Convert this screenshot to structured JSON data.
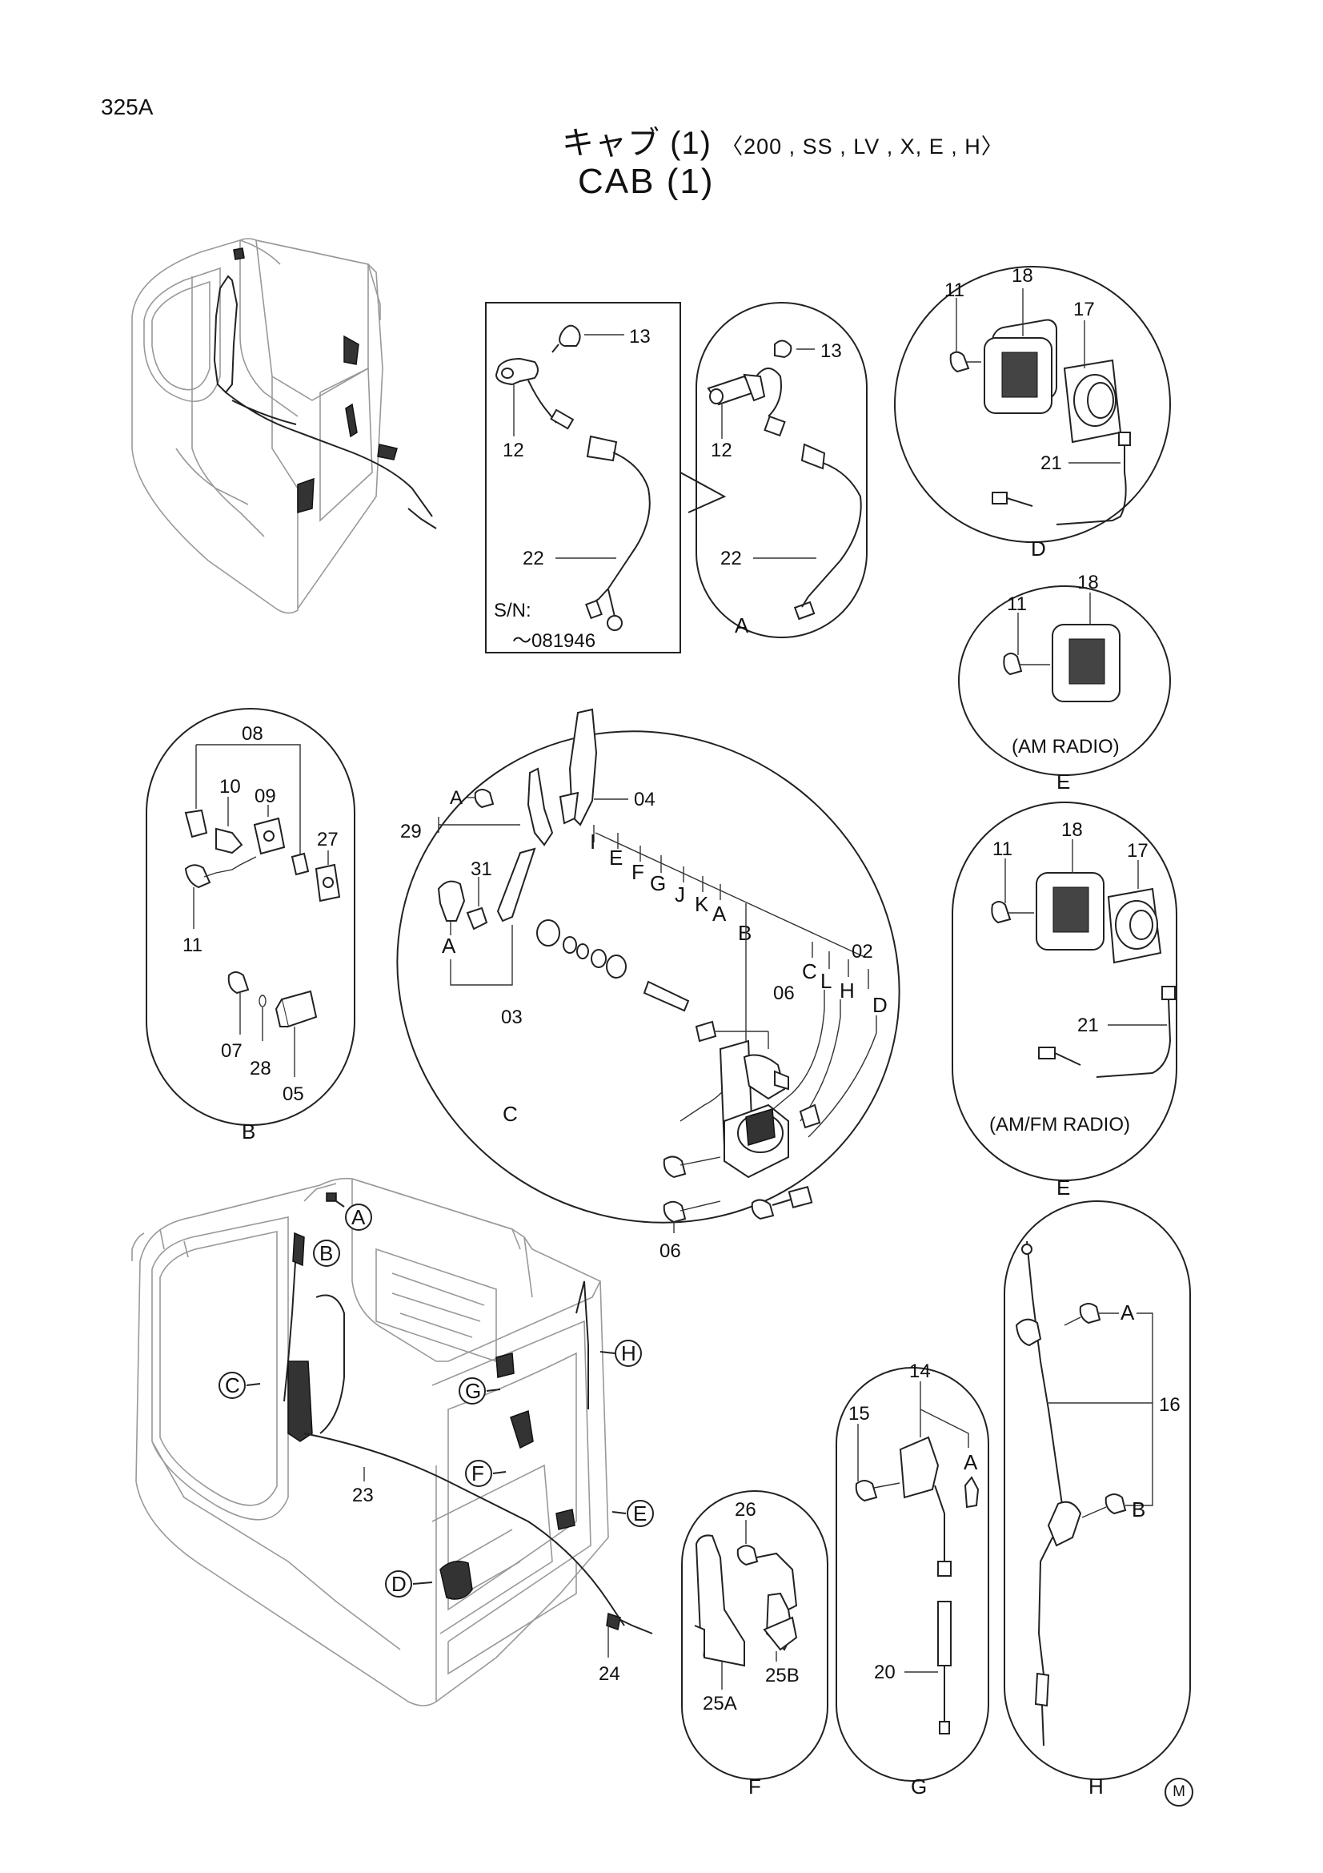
{
  "header": {
    "page_number": "325A",
    "title_jp": "キャブ (1)",
    "title_models": "〈200 , SS , LV , X, E , H〉",
    "title_en": "CAB (1)"
  },
  "watermark_letter": "M",
  "detail_views": {
    "A_boxed_serial_label": "S/N:",
    "A_boxed_serial_value": "～081946",
    "E_top_caption": "(AM RADIO)",
    "E_bottom_caption": "(AM/FM RADIO)"
  },
  "callouts": {
    "A_top": [
      "13",
      "12",
      "22"
    ],
    "A_right": [
      "13",
      "12",
      "22",
      "A"
    ],
    "D": [
      "11",
      "18",
      "17",
      "21",
      "D"
    ],
    "E1": [
      "11",
      "18",
      "E"
    ],
    "E2": [
      "11",
      "18",
      "17",
      "21",
      "E"
    ],
    "B": [
      "08",
      "10",
      "09",
      "27",
      "11",
      "07",
      "28",
      "05",
      "B"
    ],
    "C": [
      "A",
      "29",
      "31",
      "A",
      "03",
      "04",
      "I",
      "E",
      "F",
      "G",
      "J",
      "K",
      "A",
      "B",
      "02",
      "C",
      "L",
      "H",
      "D",
      "06",
      "06",
      "C"
    ],
    "main": [
      "A",
      "B",
      "C",
      "H",
      "G",
      "F",
      "E",
      "D",
      "23",
      "24"
    ],
    "F": [
      "26",
      "25A",
      "25B",
      "F"
    ],
    "G": [
      "14",
      "15",
      "A",
      "20",
      "G"
    ],
    "H": [
      "A",
      "16",
      "B",
      "H"
    ]
  }
}
